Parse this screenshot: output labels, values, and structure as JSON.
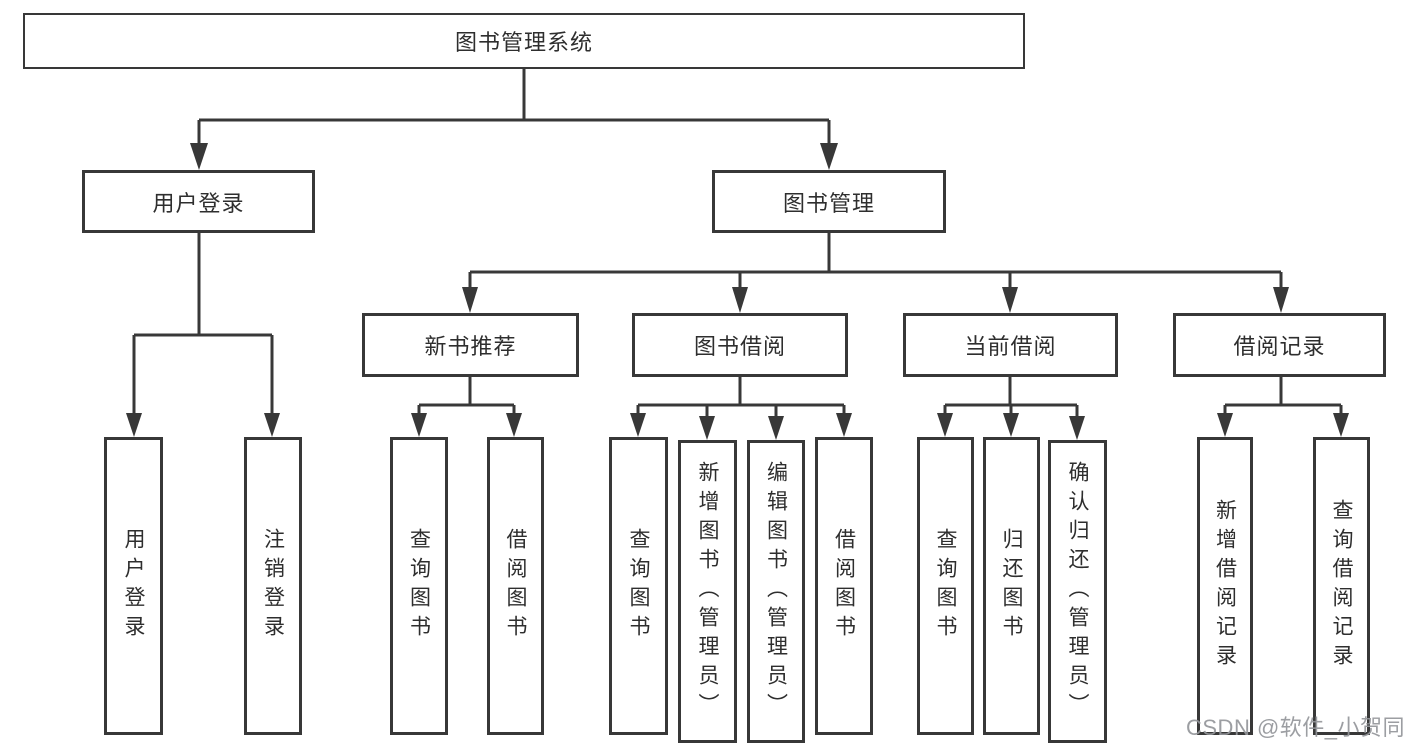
{
  "tree": {
    "label": "图书管理系统",
    "children": [
      {
        "label": "用户登录",
        "children": [
          {
            "label": "用户登录"
          },
          {
            "label": "注销登录"
          }
        ]
      },
      {
        "label": "图书管理",
        "children": [
          {
            "label": "新书推荐",
            "children": [
              {
                "label": "查询图书"
              },
              {
                "label": "借阅图书"
              }
            ]
          },
          {
            "label": "图书借阅",
            "children": [
              {
                "label": "查询图书"
              },
              {
                "label": "新增图书（管理员）"
              },
              {
                "label": "编辑图书（管理员）"
              },
              {
                "label": "借阅图书"
              }
            ]
          },
          {
            "label": "当前借阅",
            "children": [
              {
                "label": "查询图书"
              },
              {
                "label": "归还图书"
              },
              {
                "label": "确认归还（管理员）"
              }
            ]
          },
          {
            "label": "借阅记录",
            "children": [
              {
                "label": "新增借阅记录"
              },
              {
                "label": "查询借阅记录"
              }
            ]
          }
        ]
      }
    ]
  },
  "watermark": "CSDN @软件_小贺同学",
  "colors": {
    "line": "#383838",
    "box_border": "#383838",
    "box_fill": "#ffffff",
    "text": "#2e2e2e",
    "watermark": "#94969a",
    "background": "#ffffff"
  }
}
